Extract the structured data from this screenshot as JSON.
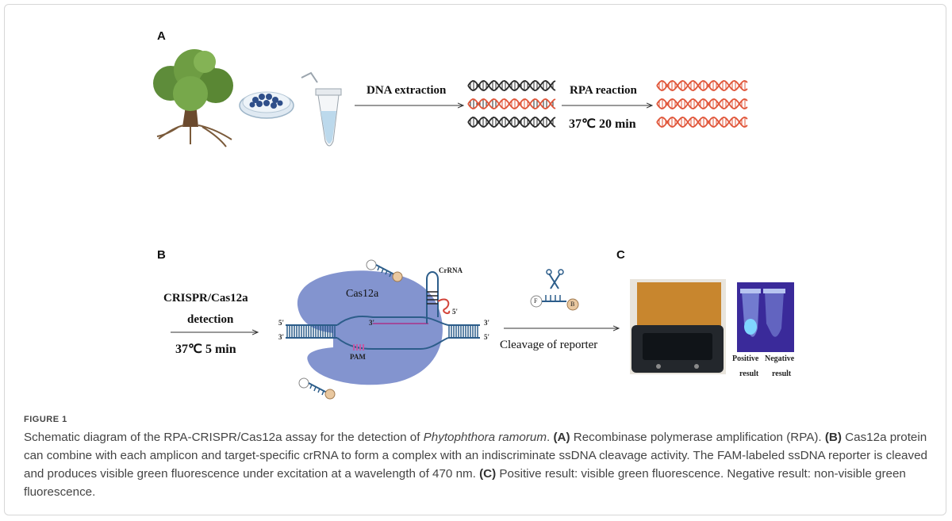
{
  "figure": {
    "panels": {
      "a": "A",
      "b": "B",
      "c": "C"
    },
    "panel_a": {
      "step1_label": "DNA extraction",
      "step2_label": "RPA reaction",
      "step2_condition": "37℃ 20 min"
    },
    "panel_b": {
      "detection_line1": "CRISPR/Cas12a",
      "detection_line2": "detection",
      "detection_condition": "37℃ 5 min",
      "protein_label": "Cas12a",
      "crrna_label": "CrRNA",
      "pam_label": "PAM",
      "five_prime": "5'",
      "three_prime": "3'",
      "reporter_f": "F",
      "reporter_b": "B",
      "cleavage_label": "Cleavage of reporter"
    },
    "panel_c": {
      "positive_line1": "Positive",
      "positive_line2": "result",
      "negative_line1": "Negative",
      "negative_line2": "result"
    },
    "colors": {
      "dna_black": "#2a2a2a",
      "dna_red": "#e0563a",
      "protein": "#7a8fcf",
      "dna_blue": "#2c5d8a"
    }
  },
  "caption": {
    "title": "FIGURE 1",
    "s1": "Schematic diagram of the RPA-CRISPR/Cas12a assay for the detection of ",
    "species": "Phytophthora ramorum",
    "s2": ". ",
    "a_tag": "(A)",
    "a_text": " Recombinase polymerase amplification (RPA). ",
    "b_tag": "(B)",
    "b_text": " Cas12a protein can combine with each amplicon and target-specific crRNA to form a complex with an indiscriminate ssDNA cleavage activity. The FAM-labeled ssDNA reporter is cleaved and produces visible green fluorescence under excitation at a wavelength of 470 nm. ",
    "c_tag": "(C)",
    "c_text": " Positive result: visible green fluorescence. Negative result: non-visible green fluorescence."
  }
}
